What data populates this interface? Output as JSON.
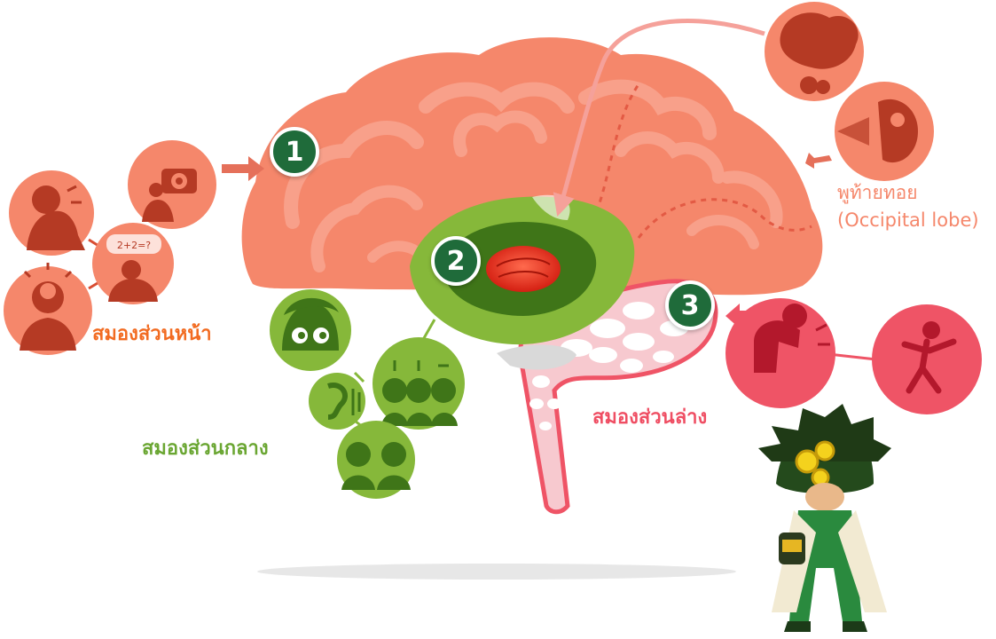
{
  "colors": {
    "forebrain": "#f5876b",
    "forebrain_dark": "#e5705a",
    "forebrain_icon": "#b53a24",
    "midbrain": "#86b83a",
    "midbrain_dark": "#3f7518",
    "hindbrain": "#ef5466",
    "hindbrain_bg": "#f7c9cf",
    "thalamus": "#e52a1a",
    "badge": "#1f6b3a",
    "label_forebrain": "#f26b21",
    "label_midbrain": "#6aa632",
    "label_hindbrain": "#ef4e63",
    "label_occipital": "#f5876b"
  },
  "labels": {
    "forebrain": "สมองส่วนหน้า",
    "midbrain": "สมองส่วนกลาง",
    "hindbrain": "สมองส่วนล่าง",
    "occipital_th": "พูท้ายทอย",
    "occipital_en": "(Occipital lobe)"
  },
  "badges": {
    "one": "1",
    "two": "2",
    "three": "3"
  },
  "icons": {
    "thinking": "questioning-person-icon",
    "idea": "lightbulb-head-icon",
    "speech": "speech-bubble-icon",
    "camera": "camera-memory-icon",
    "smell": "smelling-face-icon",
    "sight": "looking-eye-icon",
    "eyes": "moving-eyes-icon",
    "hearing": "hearing-ear-icon",
    "faces": "reacting-faces-icon",
    "twins": "twin-faces-icon",
    "muscle": "flexing-arm-icon",
    "balance": "balancing-figure-icon",
    "mascot": "scientist-mascot"
  }
}
